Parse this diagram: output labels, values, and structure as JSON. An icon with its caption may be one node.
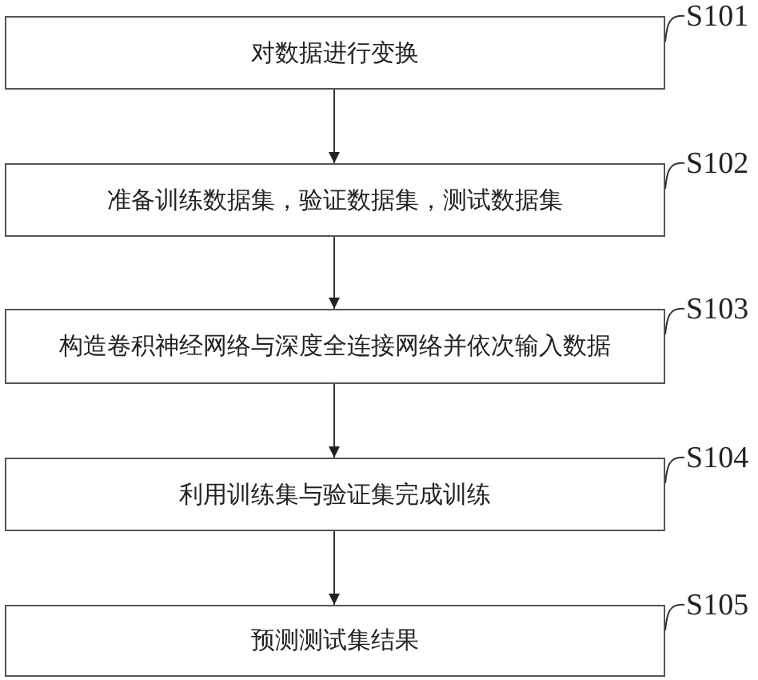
{
  "diagram": {
    "nodes": [
      {
        "text": [
          "对数据进行变换"
        ]
      },
      {
        "text": [
          "准备训练数据集，验证数据集，测试数据集"
        ]
      },
      {
        "text": [
          "构造卷积神经网络与深度全连接网络并依次输入数据"
        ]
      },
      {
        "text": [
          "利用训练集与验证集完成训练"
        ]
      },
      {
        "text": [
          "预测测试集结果"
        ]
      },
      {
        "text": [
          "S101"
        ]
      },
      {
        "text": [
          "S102"
        ]
      },
      {
        "text": [
          "S103"
        ]
      },
      {
        "text": [
          "S104"
        ]
      },
      {
        "text": [
          "S105"
        ]
      }
    ],
    "edges": [
      {
        "from": 0,
        "to": 1,
        "arrow": "to"
      },
      {
        "from": 1,
        "to": 2,
        "arrow": "to"
      },
      {
        "from": 2,
        "to": 3,
        "arrow": "to"
      },
      {
        "from": 3,
        "to": 4,
        "arrow": "to"
      },
      {
        "from": 5,
        "to": 0,
        "arrow": "none"
      },
      {
        "from": 6,
        "to": 1,
        "arrow": "none"
      },
      {
        "from": 7,
        "to": 2,
        "arrow": "none"
      },
      {
        "from": 8,
        "to": 3,
        "arrow": "none"
      },
      {
        "from": 9,
        "to": 4,
        "arrow": "none"
      }
    ]
  }
}
